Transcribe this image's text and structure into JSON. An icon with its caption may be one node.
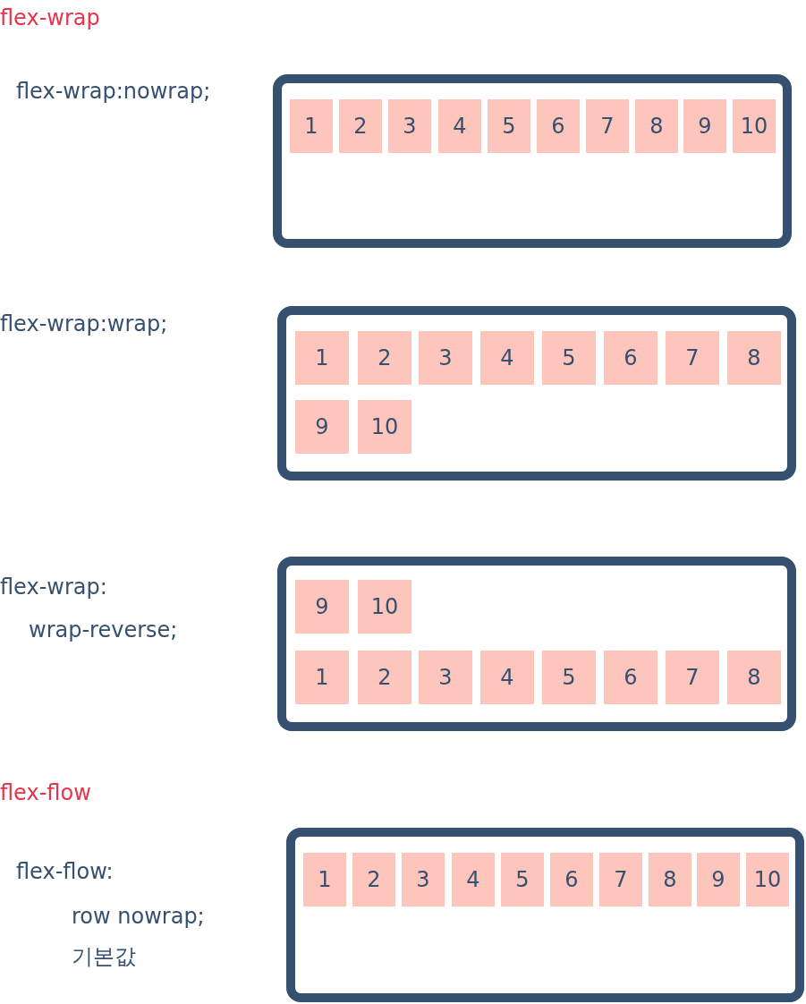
{
  "diagram": {
    "nodes": [
      {
        "text": [],
        "shape": "box"
      },
      {
        "text": [
          "1"
        ],
        "in": 0
      },
      {
        "text": [
          "2"
        ],
        "in": 0
      },
      {
        "text": [
          "3"
        ],
        "in": 0
      },
      {
        "text": [
          "4"
        ],
        "in": 0
      },
      {
        "text": [
          "5"
        ],
        "in": 0
      },
      {
        "text": [
          "6"
        ],
        "in": 0
      },
      {
        "text": [
          "7"
        ],
        "in": 0
      },
      {
        "text": [
          "8"
        ],
        "in": 0
      },
      {
        "text": [
          "9"
        ],
        "in": 0
      },
      {
        "text": [
          "10"
        ],
        "in": 0
      },
      {
        "text": [],
        "shape": "box"
      },
      {
        "text": [
          "1"
        ],
        "in": 11
      },
      {
        "text": [
          "2"
        ],
        "in": 11
      },
      {
        "text": [
          "3"
        ],
        "in": 11
      },
      {
        "text": [
          "4"
        ],
        "in": 11
      },
      {
        "text": [
          "5"
        ],
        "in": 11
      },
      {
        "text": [
          "6"
        ],
        "in": 11
      },
      {
        "text": [
          "7"
        ],
        "in": 11
      },
      {
        "text": [
          "8"
        ],
        "in": 11
      },
      {
        "text": [
          "9"
        ],
        "in": 11
      },
      {
        "text": [
          "10"
        ],
        "in": 11
      },
      {
        "text": [],
        "shape": "box"
      },
      {
        "text": [
          "9"
        ],
        "in": 22
      },
      {
        "text": [
          "10"
        ],
        "in": 22
      },
      {
        "text": [
          "1"
        ],
        "in": 22
      },
      {
        "text": [
          "2"
        ],
        "in": 22
      },
      {
        "text": [
          "3"
        ],
        "in": 22
      },
      {
        "text": [
          "4"
        ],
        "in": 22
      },
      {
        "text": [
          "5"
        ],
        "in": 22
      },
      {
        "text": [
          "6"
        ],
        "in": 22
      },
      {
        "text": [
          "7"
        ],
        "in": 22
      },
      {
        "text": [
          "8"
        ],
        "in": 22
      },
      {
        "text": [],
        "shape": "box"
      },
      {
        "text": [
          "1"
        ],
        "in": 33
      },
      {
        "text": [
          "2"
        ],
        "in": 33
      },
      {
        "text": [
          "3"
        ],
        "in": 33
      },
      {
        "text": [
          "4"
        ],
        "in": 33
      },
      {
        "text": [
          "5"
        ],
        "in": 33
      },
      {
        "text": [
          "6"
        ],
        "in": 33
      },
      {
        "text": [
          "7"
        ],
        "in": 33
      },
      {
        "text": [
          "8"
        ],
        "in": 33
      },
      {
        "text": [
          "9"
        ],
        "in": 33
      },
      {
        "text": [
          "10"
        ],
        "in": 33
      }
    ],
    "labels": [
      "flex-wrap",
      "flex-wrap:nowrap;",
      "flex-wrap:wrap;",
      "flex-wrap:",
      "wrap-reverse;",
      "flex-flow",
      "flex-flow:",
      "row nowrap;",
      "기본값"
    ]
  }
}
